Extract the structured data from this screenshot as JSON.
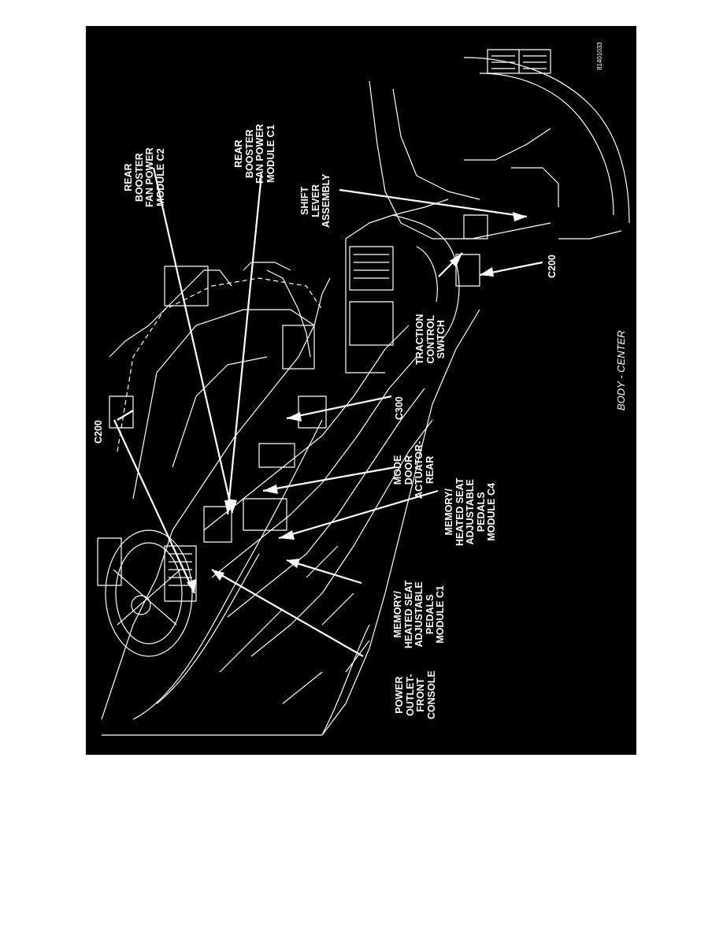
{
  "diagram": {
    "caption": "BODY - CENTER",
    "figure_id": "81401033",
    "callouts": {
      "rear_booster_c2": "REAR\nBOOSTER\nFAN POWER\nMODULE C2",
      "rear_booster_c1": "REAR\nBOOSTER\nFAN POWER\nMODULE C1",
      "shift_lever": "SHIFT\nLEVER\nASSEMBLY",
      "c200_top": "C200",
      "c200_right": "C200",
      "c300": "C300",
      "mode_door": "MODE\nDOOR\nACTUATOR-\nREAR",
      "traction_control": "TRACTION\nCONTROL\nSWITCH",
      "memory_c4": "MEMORY/\nHEATED SEAT\nADJUSTABLE\nPEDALS\nMODULE C4",
      "memory_c1": "MEMORY/\nHEATED SEAT\nADJUSTABLE\nPEDALS\nMODULE C1",
      "power_outlet": "POWER\nOUTLET-\nFRONT\nCONSOLE"
    },
    "colors": {
      "background": "#000000",
      "ink": "#ffffff"
    }
  }
}
